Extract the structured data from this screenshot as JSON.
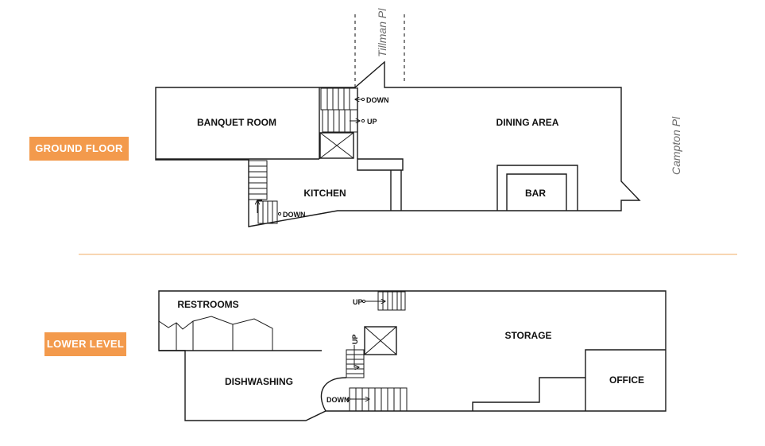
{
  "floors": {
    "ground": {
      "label": "GROUND FLOOR",
      "rooms": {
        "banquet": "BANQUET ROOM",
        "dining": "DINING AREA",
        "kitchen": "KITCHEN",
        "bar": "BAR"
      },
      "stairs": {
        "down_upper": "DOWN",
        "up": "UP",
        "down_lower": "DOWN"
      }
    },
    "lower": {
      "label": "LOWER LEVEL",
      "rooms": {
        "restrooms": "RESTROOMS",
        "dishwashing": "DISHWASHING",
        "storage": "STORAGE",
        "office": "OFFICE"
      },
      "stairs": {
        "up_top": "UP",
        "up_vertical": "UP",
        "down": "DOWN"
      }
    }
  },
  "streets": {
    "tillman": "Tillman Pl",
    "campton": "Campton Pl"
  },
  "colors": {
    "badge": "#f39a4c",
    "divider": "#f6c998",
    "walls": "#1a1a1a",
    "street_label": "#6b6b6b"
  }
}
